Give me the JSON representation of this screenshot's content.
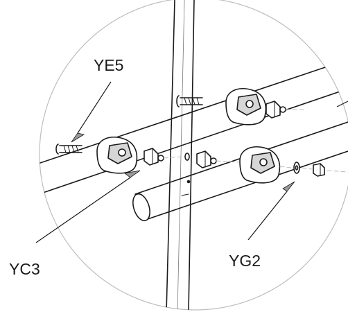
{
  "labels": {
    "ye5": "YE5",
    "yc3": "YC3",
    "yg2": "YG2"
  },
  "colors": {
    "line": "#1a1a1a",
    "circle_outline": "#bdbdbd",
    "pointer_fill": "#9a9a9a",
    "part_fill": "#ffffff",
    "part_shade": "#d6d6d6"
  }
}
